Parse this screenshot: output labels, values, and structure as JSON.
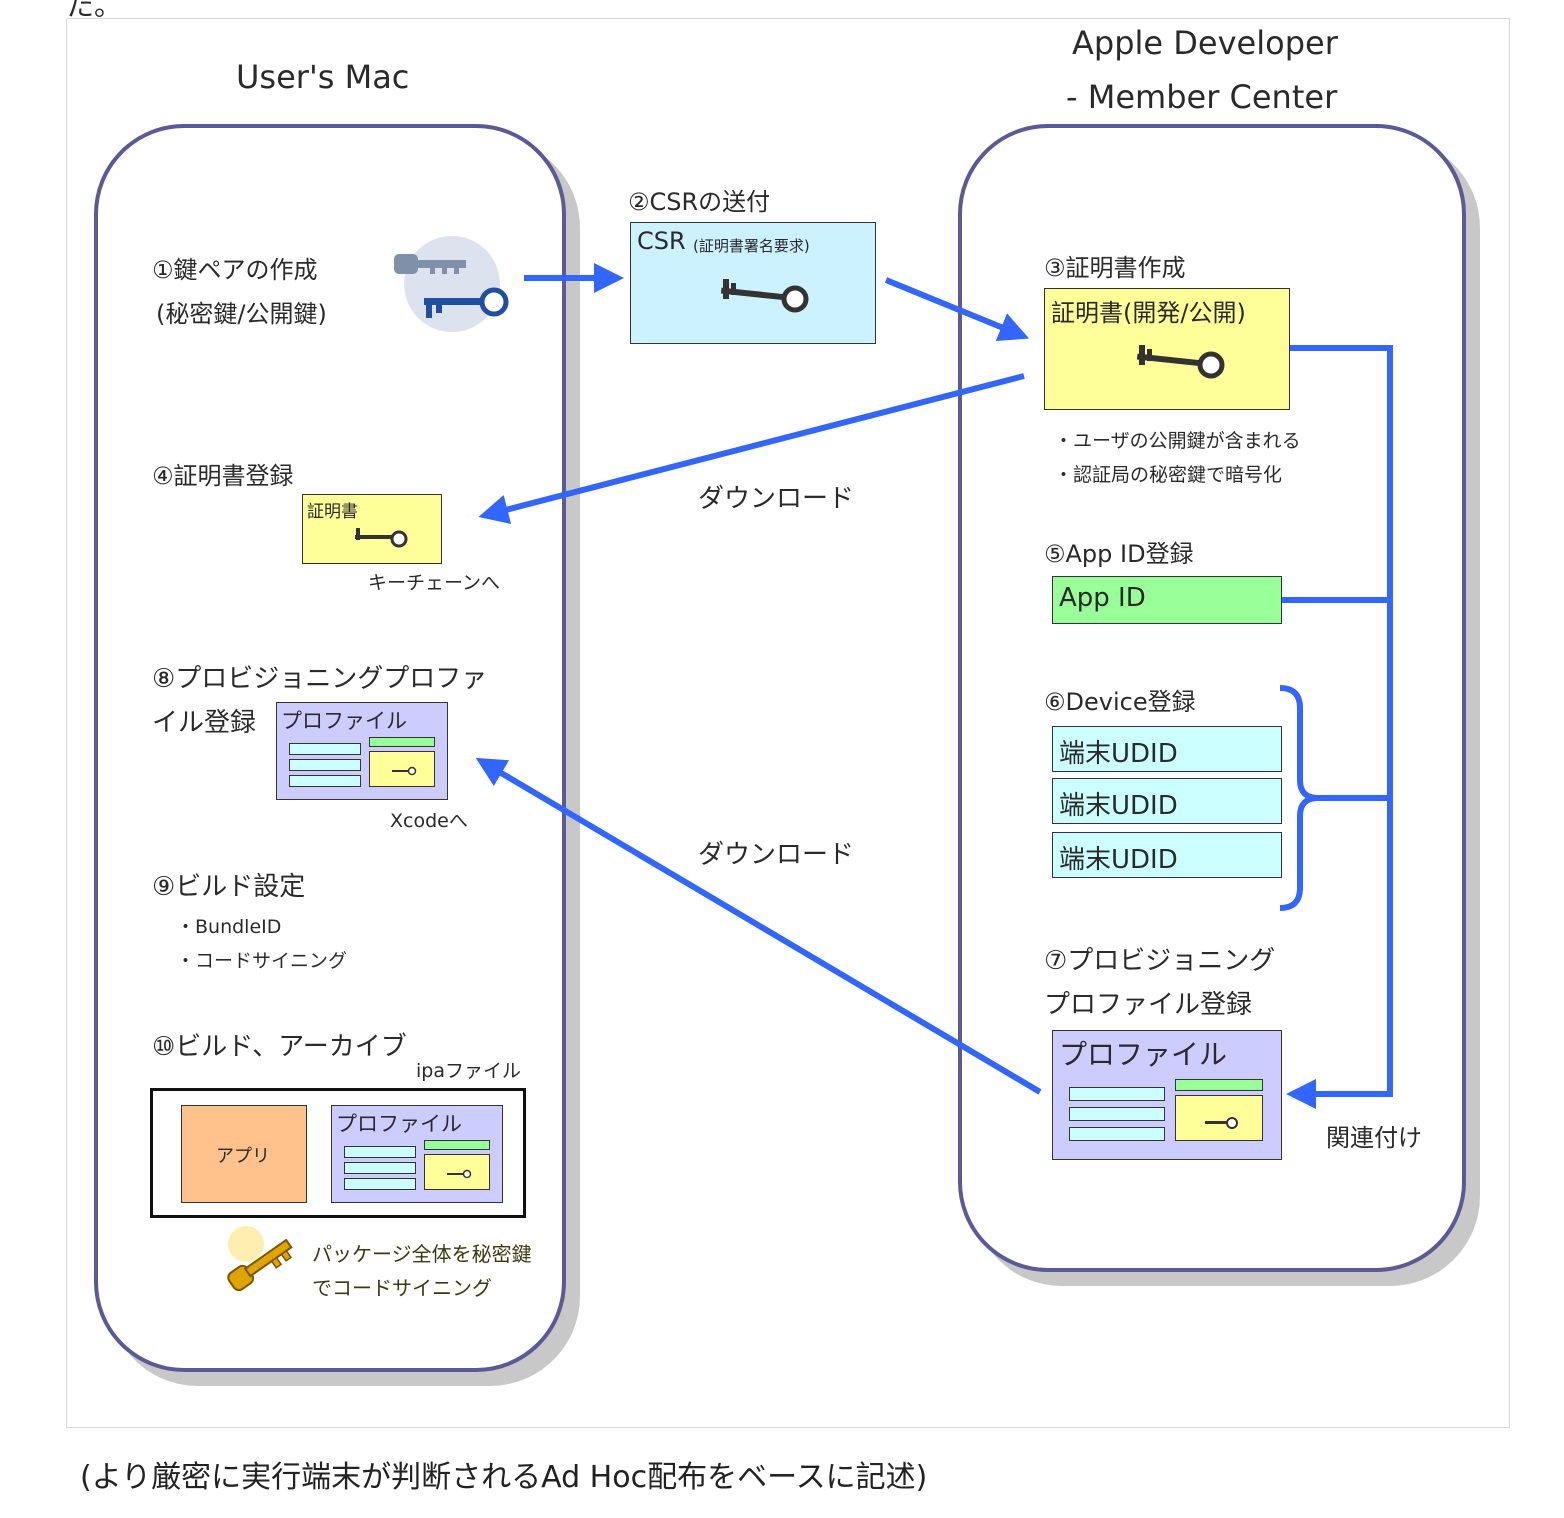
{
  "top_fragment": "た。",
  "left_panel": {
    "title": "User's Mac",
    "step1": "①鍵ペアの作成",
    "step1_sub": "(秘密鍵/公開鍵)",
    "step4": "④証明書登録",
    "cert_small": "証明書",
    "keychain_note": "キーチェーンへ",
    "step8_line1": "⑧プロビジョニングプロファ",
    "step8_line2": "イル登録",
    "profile_small": "プロファイル",
    "xcode_note": "Xcodeへ",
    "step9": "⑨ビルド設定",
    "step9_b1": "・BundleID",
    "step9_b2": "・コードサイニング",
    "step10": "⑩ビルド、アーカイブ",
    "ipa_note": "ipaファイル",
    "app_label": "アプリ",
    "profile_ipa": "プロファイル",
    "sign_note1": "パッケージ全体を秘密鍵",
    "sign_note2": "でコードサイニング"
  },
  "middle": {
    "step2": "②CSRの送付",
    "csr_main": "CSR",
    "csr_sub": "(証明書署名要求)",
    "download1": "ダウンロード",
    "download2": "ダウンロード"
  },
  "right_panel": {
    "title_line1": "Apple Developer",
    "title_line2": "- Member Center",
    "step3": "③証明書作成",
    "cert_box": "証明書(開発/公開)",
    "cert_note1": "・ユーザの公開鍵が含まれる",
    "cert_note2": "・認証局の秘密鍵で暗号化",
    "step5": "⑤App ID登録",
    "appid_box": "App ID",
    "step6": "⑥Device登録",
    "udids": [
      "端末UDID",
      "端末UDID",
      "端末UDID"
    ],
    "step7_line1": "⑦プロビジョニング",
    "step7_line2": "プロファイル登録",
    "profile_box": "プロファイル",
    "link_note": "関連付け"
  },
  "caption": "(より厳密に実行端末が判断されるAd Hoc配布をベースに記述)",
  "colors": {
    "arrow": "#3366ff",
    "panel_border": "#5a5a96"
  }
}
